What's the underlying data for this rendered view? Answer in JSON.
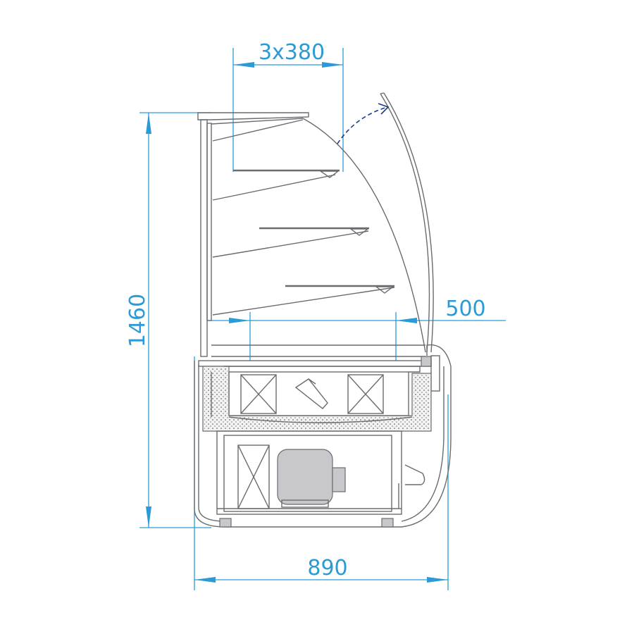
{
  "dimensions": {
    "shelf_depth": "3x380",
    "height": "1460",
    "display_depth": "500",
    "total_depth": "890"
  },
  "colors": {
    "dimension_lines": "#2b9bd6",
    "object_lines": "#6b6b70",
    "swing_arrow": "#1f3b8a"
  }
}
